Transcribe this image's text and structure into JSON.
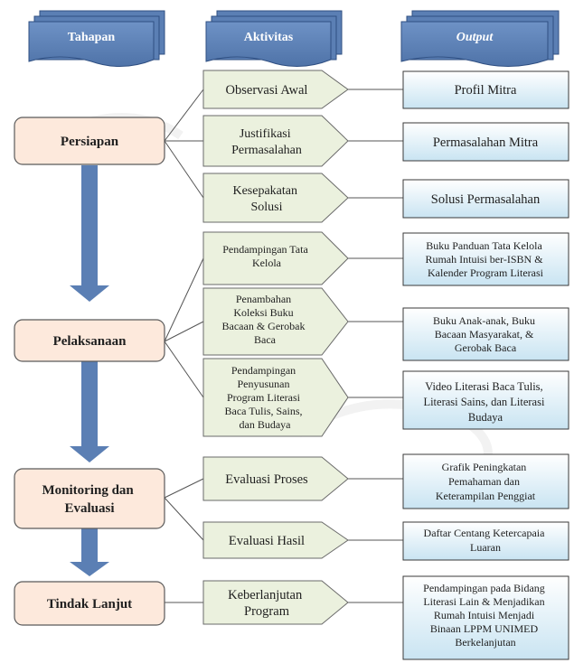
{
  "headers": {
    "tahapan": "Tahapan",
    "aktivitas": "Aktivitas",
    "output": "Output"
  },
  "stages": [
    {
      "lines": [
        "Persiapan"
      ]
    },
    {
      "lines": [
        "Pelaksanaan"
      ]
    },
    {
      "lines": [
        "Monitoring dan",
        "Evaluasi"
      ]
    },
    {
      "lines": [
        "Tindak Lanjut"
      ]
    }
  ],
  "activities": [
    {
      "lines": [
        "Observasi Awal"
      ]
    },
    {
      "lines": [
        "Justifikasi",
        "Permasalahan"
      ]
    },
    {
      "lines": [
        "Kesepakatan",
        "Solusi"
      ]
    },
    {
      "lines": [
        "Pendampingan Tata",
        "Kelola"
      ]
    },
    {
      "lines": [
        "Penambahan",
        "Koleksi Buku",
        "Bacaan & Gerobak",
        "Baca"
      ]
    },
    {
      "lines": [
        "Pendampingan",
        "Penyusunan",
        "Program Literasi",
        "Baca Tulis, Sains,",
        "dan Budaya"
      ]
    },
    {
      "lines": [
        "Evaluasi Proses"
      ]
    },
    {
      "lines": [
        "Evaluasi Hasil"
      ]
    },
    {
      "lines": [
        "Keberlanjutan",
        "Program"
      ]
    }
  ],
  "outputs": [
    {
      "lines": [
        "Profil Mitra"
      ]
    },
    {
      "lines": [
        "Permasalahan Mitra"
      ]
    },
    {
      "lines": [
        "Solusi Permasalahan"
      ]
    },
    {
      "lines": [
        "Buku Panduan Tata Kelola",
        "Rumah Intuisi ber-ISBN &",
        "Kalender Program Literasi"
      ]
    },
    {
      "lines": [
        "Buku Anak-anak, Buku",
        "Bacaan Masyarakat, &",
        "Gerobak Baca"
      ]
    },
    {
      "lines": [
        "Video Literasi Baca Tulis,",
        "Literasi Sains, dan Literasi",
        "Budaya"
      ]
    },
    {
      "lines": [
        "Grafik Peningkatan",
        "Pemahaman dan",
        "Keterampilan Penggiat"
      ]
    },
    {
      "lines": [
        "Daftar Centang Ketercapaia",
        "Luaran"
      ]
    },
    {
      "lines": [
        "Pendampingan pada Bidang",
        "Literasi Lain & Menjadikan",
        "Rumah Intuisi Menjadi",
        "Binaan LPPM UNIMED",
        "Berkelanjutan"
      ]
    }
  ],
  "colors": {
    "header_fill": "#5b7fb4",
    "header_stroke": "#2f4f82",
    "stage_fill": "#fde9dc",
    "stage_stroke": "#5a5a5a",
    "activity_fill": "#ebf1de",
    "activity_stroke": "#6a6a6a",
    "output_fill_top": "#ffffff",
    "output_fill_bottom": "#c9e4f2",
    "output_stroke": "#3a3a3a",
    "arrow_fill": "#5b7fb4",
    "line": "#555555"
  }
}
